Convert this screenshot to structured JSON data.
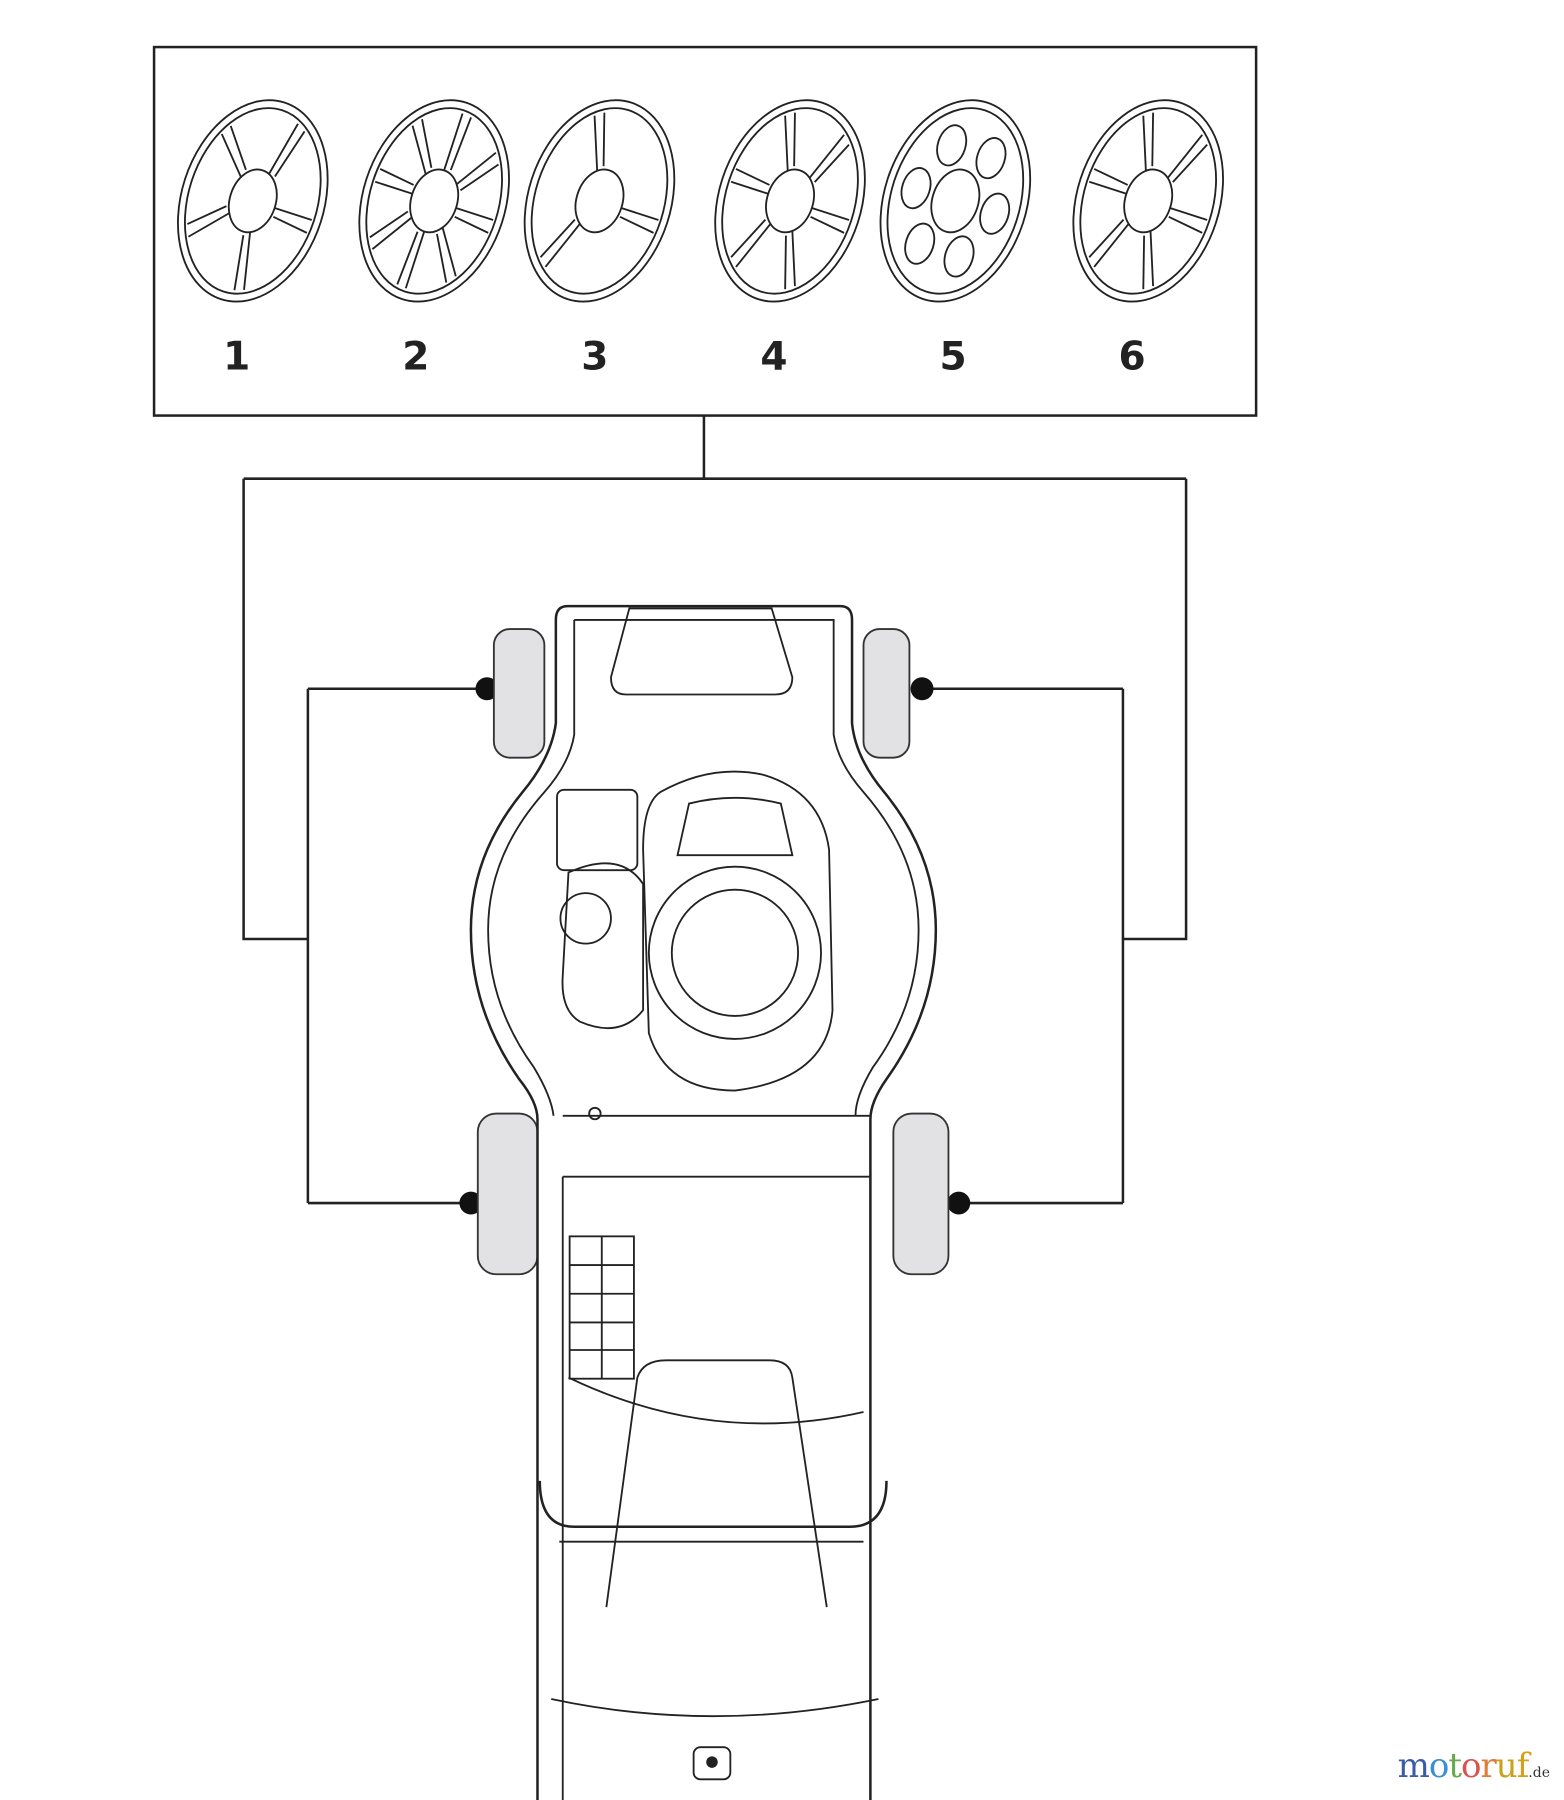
{
  "hubcaps": [
    {
      "label": "1"
    },
    {
      "label": "2"
    },
    {
      "label": "3"
    },
    {
      "label": "4"
    },
    {
      "label": "5"
    },
    {
      "label": "6"
    }
  ],
  "watermark": {
    "letters": [
      "m",
      "o",
      "t",
      "o",
      "r",
      "u",
      "f"
    ],
    "letter_colors": [
      "#3b5ba5",
      "#3b8fd0",
      "#6aa84f",
      "#d9534f",
      "#e07b39",
      "#c9a21a",
      "#d4a017"
    ],
    "suffix": ".de"
  },
  "colors": {
    "line": "#222222",
    "wheel_fill": "#e2e2e4"
  }
}
